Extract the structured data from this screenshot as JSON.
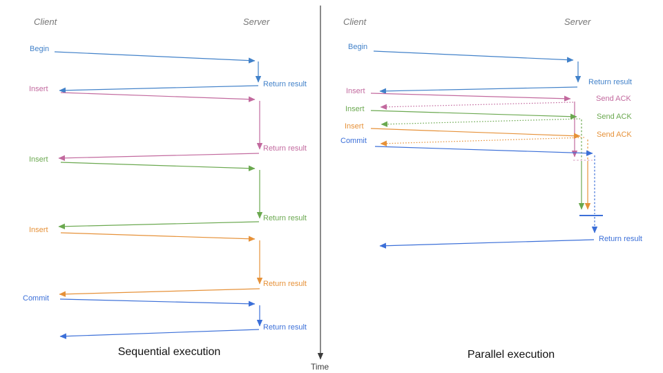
{
  "palette": {
    "blue": "#4181c9",
    "commit_blue": "#3b6fd8",
    "pink": "#c2699e",
    "green": "#6aa84f",
    "orange": "#e69138",
    "header_gray": "#757575",
    "axis": "#3c3c3c",
    "caption_text": "#111111"
  },
  "time_axis": {
    "label": "Time"
  },
  "left": {
    "title": "Sequential execution",
    "client_header": "Client",
    "server_header": "Server",
    "ops": [
      {
        "name": "Begin",
        "result": "Return result"
      },
      {
        "name": "Insert",
        "result": "Return result"
      },
      {
        "name": "Insert",
        "result": "Return result"
      },
      {
        "name": "Insert",
        "result": "Return result"
      },
      {
        "name": "Commit",
        "result": "Return result"
      }
    ]
  },
  "right": {
    "title": "Parallel execution",
    "client_header": "Client",
    "server_header": "Server",
    "ops": [
      {
        "name": "Begin",
        "result": "Return result"
      },
      {
        "name": "Insert",
        "ack": "Send ACK"
      },
      {
        "name": "Insert",
        "ack": "Send ACK"
      },
      {
        "name": "Insert",
        "ack": "Send ACK"
      },
      {
        "name": "Commit",
        "result": "Return result"
      }
    ]
  }
}
